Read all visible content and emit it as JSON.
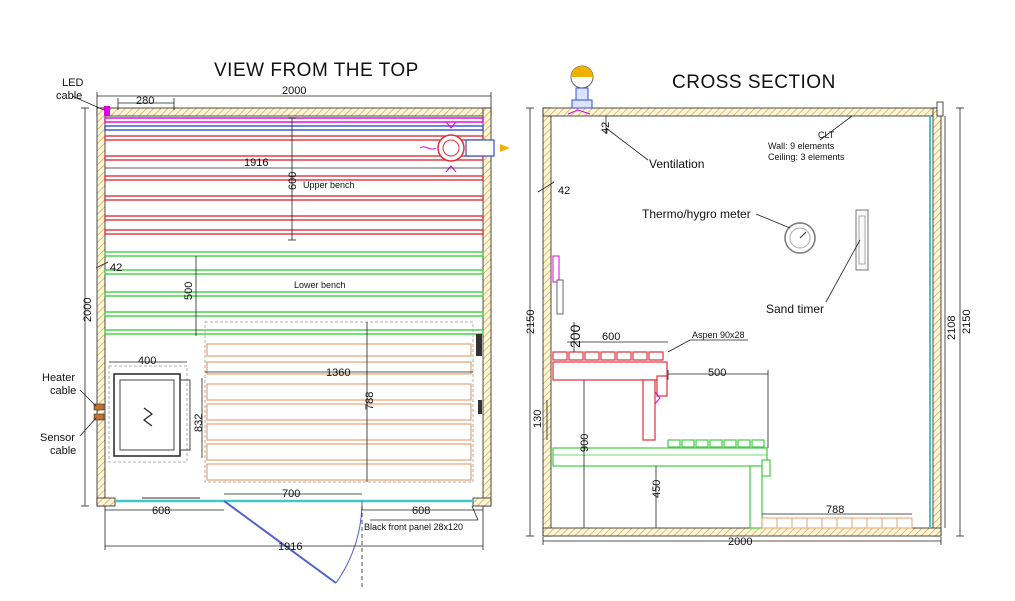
{
  "titles": {
    "top_view": "VIEW FROM THE TOP",
    "cross_section": "CROSS SECTION"
  },
  "labels": {
    "led_cable_1": "LED",
    "led_cable_2": "cable",
    "heater_cable_1": "Heater",
    "heater_cable_2": "cable",
    "sensor_cable_1": "Sensor",
    "sensor_cable_2": "cable",
    "upper_bench": "Upper bench",
    "lower_bench": "Lower bench",
    "front_panel": "Black front panel 28x120",
    "ventilation": "Ventilation",
    "clt": "CLT",
    "wall_elements": "Wall: 9 elements",
    "ceiling_elements": "Ceiling: 3 elements",
    "thermo_meter": "Thermo/hygro meter",
    "sand_timer": "Sand timer",
    "aspen": "Aspen 90x28"
  },
  "top_dims": {
    "d280": "280",
    "d2000_top": "2000",
    "d1916_upper": "1916",
    "d600": "600",
    "d42": "42",
    "d500": "500",
    "d2000_left": "2000",
    "d400": "400",
    "d1360": "1360",
    "d832": "832",
    "d788": "788",
    "d700": "700",
    "d608_left": "608",
    "d608_right": "608",
    "d1916_bottom": "1916"
  },
  "cross_dims": {
    "d42_top": "42",
    "d42_wall": "42",
    "d2150_left": "2150",
    "d200": "200",
    "d600": "600",
    "d500": "500",
    "d130": "130",
    "d900": "900",
    "d450": "450",
    "d788": "788",
    "d2000": "2000",
    "d2108": "2108",
    "d2150_right": "2150"
  },
  "colors": {
    "wall_hatch": "#c8a14a",
    "upper_bench": "#e0303a",
    "lower_bench": "#3fcf3f",
    "heater_area": "#e8a070",
    "door": "#5060d0",
    "glass": "#40c8c8",
    "magenta": "#e000e0",
    "accent_yellow": "#f0b000"
  }
}
